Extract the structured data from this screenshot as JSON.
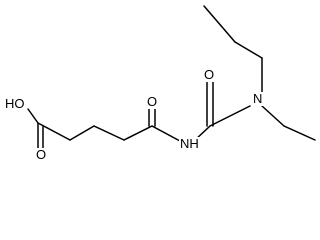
{
  "molecule": {
    "atoms": {
      "hydroxyl": "HO",
      "acid_carbonyl_oxygen": "O",
      "amide_carbonyl_oxygen": "O",
      "imide_nitrogen": "NH",
      "urea_carbonyl_oxygen": "O",
      "tertiary_nitrogen": "N"
    }
  },
  "colors": {
    "bond": "#000000",
    "label": "#000000",
    "background": "#ffffff"
  }
}
